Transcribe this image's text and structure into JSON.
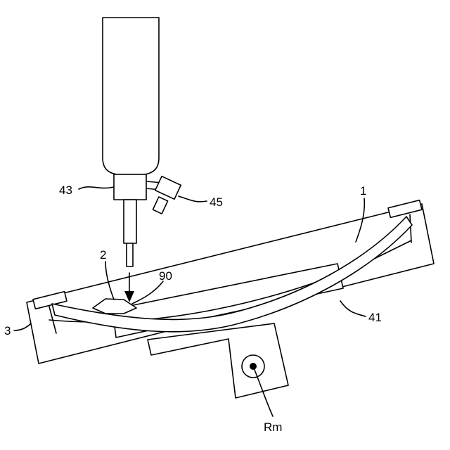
{
  "labels": {
    "nozzle_unit": "43",
    "side_fitting": "45",
    "flexible_member": "1",
    "dispensed_part": "2",
    "bond_point": "90",
    "fixture_base": "3",
    "support_block": "41",
    "rotation_axis": "Rm"
  }
}
